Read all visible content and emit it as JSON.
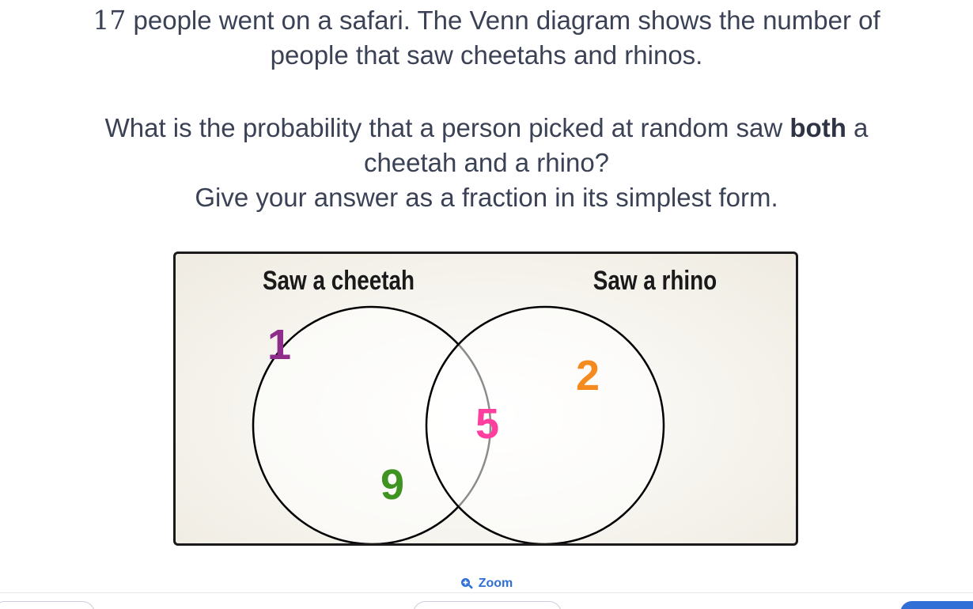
{
  "question": {
    "line1_number": "17",
    "line1_rest": " people went on a safari. The Venn diagram shows the number of",
    "line2": "people that saw cheetahs and rhinos.",
    "prompt_before_bold": "What is the probability that a person picked at random saw ",
    "prompt_bold": "both",
    "prompt_after_bold": " a",
    "prompt_line2": "cheetah and a rhino?",
    "instruction": "Give your answer as a fraction in its simplest form."
  },
  "venn": {
    "set_a_label": "Saw a cheetah",
    "set_b_label": "Saw a rhino",
    "outside": "1",
    "only_a": "9",
    "both": "5",
    "only_b": "2",
    "colors": {
      "outside": "#8e2e8a",
      "only_a": "#3f9320",
      "both": "#ff3fa0",
      "only_b": "#f58a1f"
    }
  },
  "zoom": {
    "label": "Zoom",
    "icon": "zoom-in-icon"
  }
}
